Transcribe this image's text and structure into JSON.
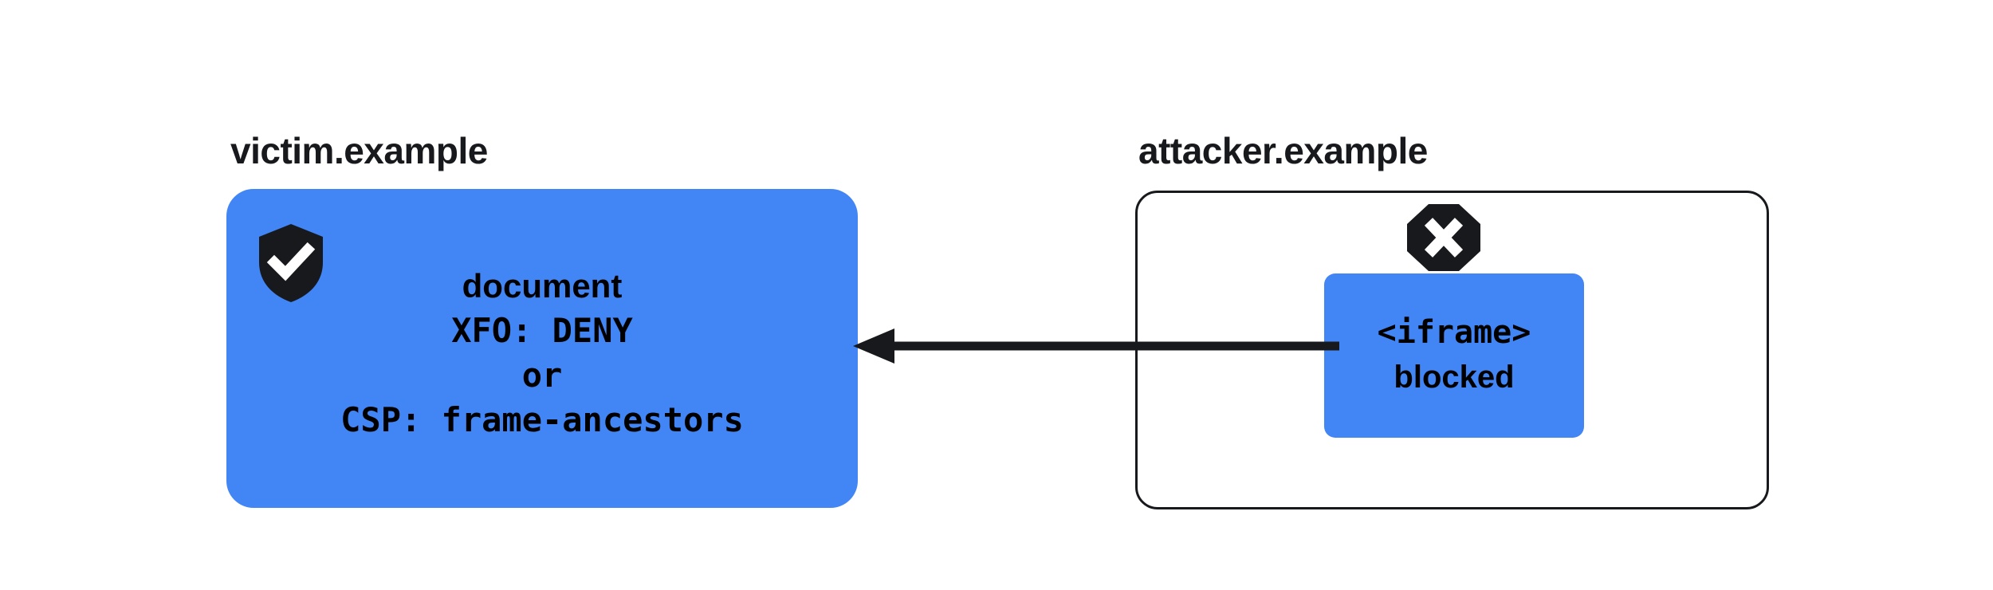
{
  "diagram": {
    "title": "Cross-origin framing blocked by XFO / CSP frame-ancestors",
    "background_color": "#ffffff",
    "accent_blue": "#4285f4",
    "ink_color": "#18191c"
  },
  "victim": {
    "origin_label": "victim.example",
    "shield_icon": "shield-check-icon",
    "lines": [
      {
        "text": "document",
        "style": "sans"
      },
      {
        "text": "XFO: DENY",
        "style": "mono"
      },
      {
        "text": "or",
        "style": "mono"
      },
      {
        "text": "CSP: frame-ancestors",
        "style": "mono"
      }
    ]
  },
  "attacker": {
    "origin_label": "attacker.example",
    "blocked_icon": "x-octagon-icon",
    "iframe_lines": [
      {
        "text": "<iframe>",
        "style": "mono"
      },
      {
        "text": "blocked",
        "style": "sans"
      }
    ]
  },
  "arrow": {
    "direction": "right-to-left",
    "from": "attacker.example iframe",
    "to": "victim.example document",
    "color": "#18191c"
  }
}
